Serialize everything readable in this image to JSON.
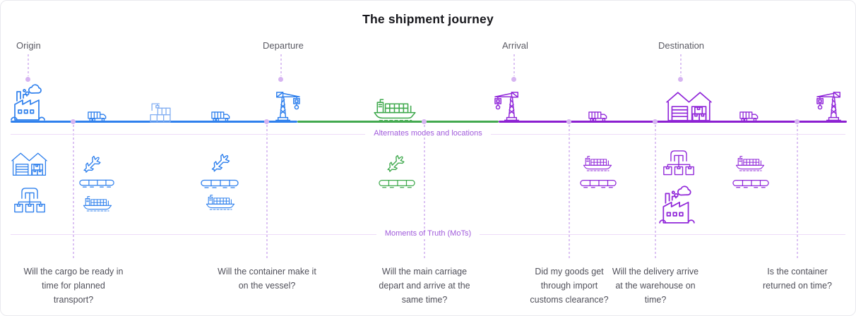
{
  "title": "The shipment journey",
  "stages": [
    {
      "id": "origin",
      "label": "Origin"
    },
    {
      "id": "departure",
      "label": "Departure"
    },
    {
      "id": "arrival",
      "label": "Arrival"
    },
    {
      "id": "destination",
      "label": "Destination"
    }
  ],
  "bands": {
    "alternates": "Alternates modes and locations",
    "mot": "Moments of Truth (MoTs)"
  },
  "questions": [
    {
      "text": "Will the cargo be ready in time for planned transport?",
      "lines": [
        "Will the cargo be ready in",
        "time for planned",
        "transport?"
      ]
    },
    {
      "text": "Will the container make it on the vessel?",
      "lines": [
        "Will the container make it",
        "on the vessel?"
      ]
    },
    {
      "text": "Will the main carriage depart and arrive at the same time?",
      "lines": [
        "Will the main carriage",
        "depart and arrive at the",
        "same time?"
      ]
    },
    {
      "text": "Did my goods get through import customs clearance?",
      "lines": [
        "Did my goods get",
        "through import",
        "customs clearance?"
      ]
    },
    {
      "text": "Will the delivery arrive at the warehouse on time?",
      "lines": [
        "Will the delivery arrive",
        "at the warehouse on",
        "time?"
      ]
    },
    {
      "text": "Is the container returned on time?",
      "lines": [
        "Is the container",
        "returned on time?"
      ]
    }
  ],
  "colors": {
    "segment_origin_blue": "#2F80ED",
    "segment_ocean_green": "#43A94F",
    "segment_destination_purple": "#8B1FD0",
    "light_blue_icon": "#82AEF2",
    "band_label_purple": "#A05ADB",
    "guide_lavender": "#DCC3F3",
    "question_text": "#50505A",
    "stage_label_text": "#5B5B64",
    "title_text": "#17171C"
  },
  "icons": [
    "factory-icon",
    "truck-icon",
    "container-depot-icon",
    "harbor-crane-icon",
    "container-ship-icon",
    "warehouse-icon",
    "airplane-icon",
    "train-icon",
    "distribution-hub-icon"
  ]
}
